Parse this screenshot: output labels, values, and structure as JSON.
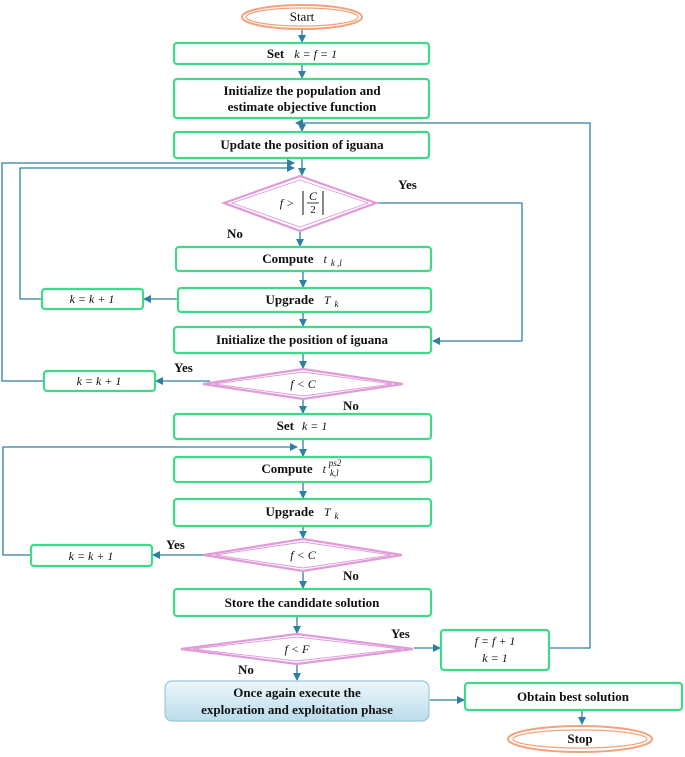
{
  "colors": {
    "box_border": "#3fd98a",
    "box_fill": "#ffffff",
    "terminal_border": "#f2a27a",
    "diamond_border": "#e09ad8",
    "arrow": "#2f7fa0",
    "final_fill": "#dceef7"
  },
  "nodes": {
    "start": "Start",
    "set_k_f_label": "Set",
    "set_k_f_math": "k = f = 1",
    "init_pop_line1": "Initialize the population and",
    "init_pop_line2": "estimate objective function",
    "update_pos": "Update the position of iguana",
    "cond1_f": "f >",
    "cond1_frac_num": "C",
    "cond1_frac_den": "2",
    "compute1_label": "Compute",
    "compute1_math": "t",
    "compute1_sub": "k ,l",
    "upgrade1_label": "Upgrade",
    "upgrade1_math": "T",
    "upgrade1_sub": "k",
    "k_inc_1": "k = k + 1",
    "init_pos": "Initialize the position of iguana",
    "k_inc_2": "k = k + 1",
    "cond2": "f < C",
    "set_k_label": "Set",
    "set_k_math": "k = 1",
    "compute2_label": "Compute",
    "compute2_math": "t",
    "compute2_sub": "k,l",
    "compute2_sup": "ps2",
    "upgrade2_label": "Upgrade",
    "upgrade2_math": "T",
    "upgrade2_sub": "k",
    "k_inc_3": "k = k + 1",
    "cond3": "f < C",
    "store": "Store the candidate solution",
    "cond4": "f < F",
    "f_inc_line1": "f = f + 1",
    "f_inc_line2": "k = 1",
    "execute_line1": "Once again execute the",
    "execute_line2": "exploration and exploitation phase",
    "obtain": "Obtain best solution",
    "stop": "Stop"
  },
  "edges": {
    "cond1_yes": "Yes",
    "cond1_no": "No",
    "cond2_yes": "Yes",
    "cond2_no": "No",
    "cond3_yes": "Yes",
    "cond3_no": "No",
    "cond4_yes": "Yes",
    "cond4_no": "No"
  }
}
